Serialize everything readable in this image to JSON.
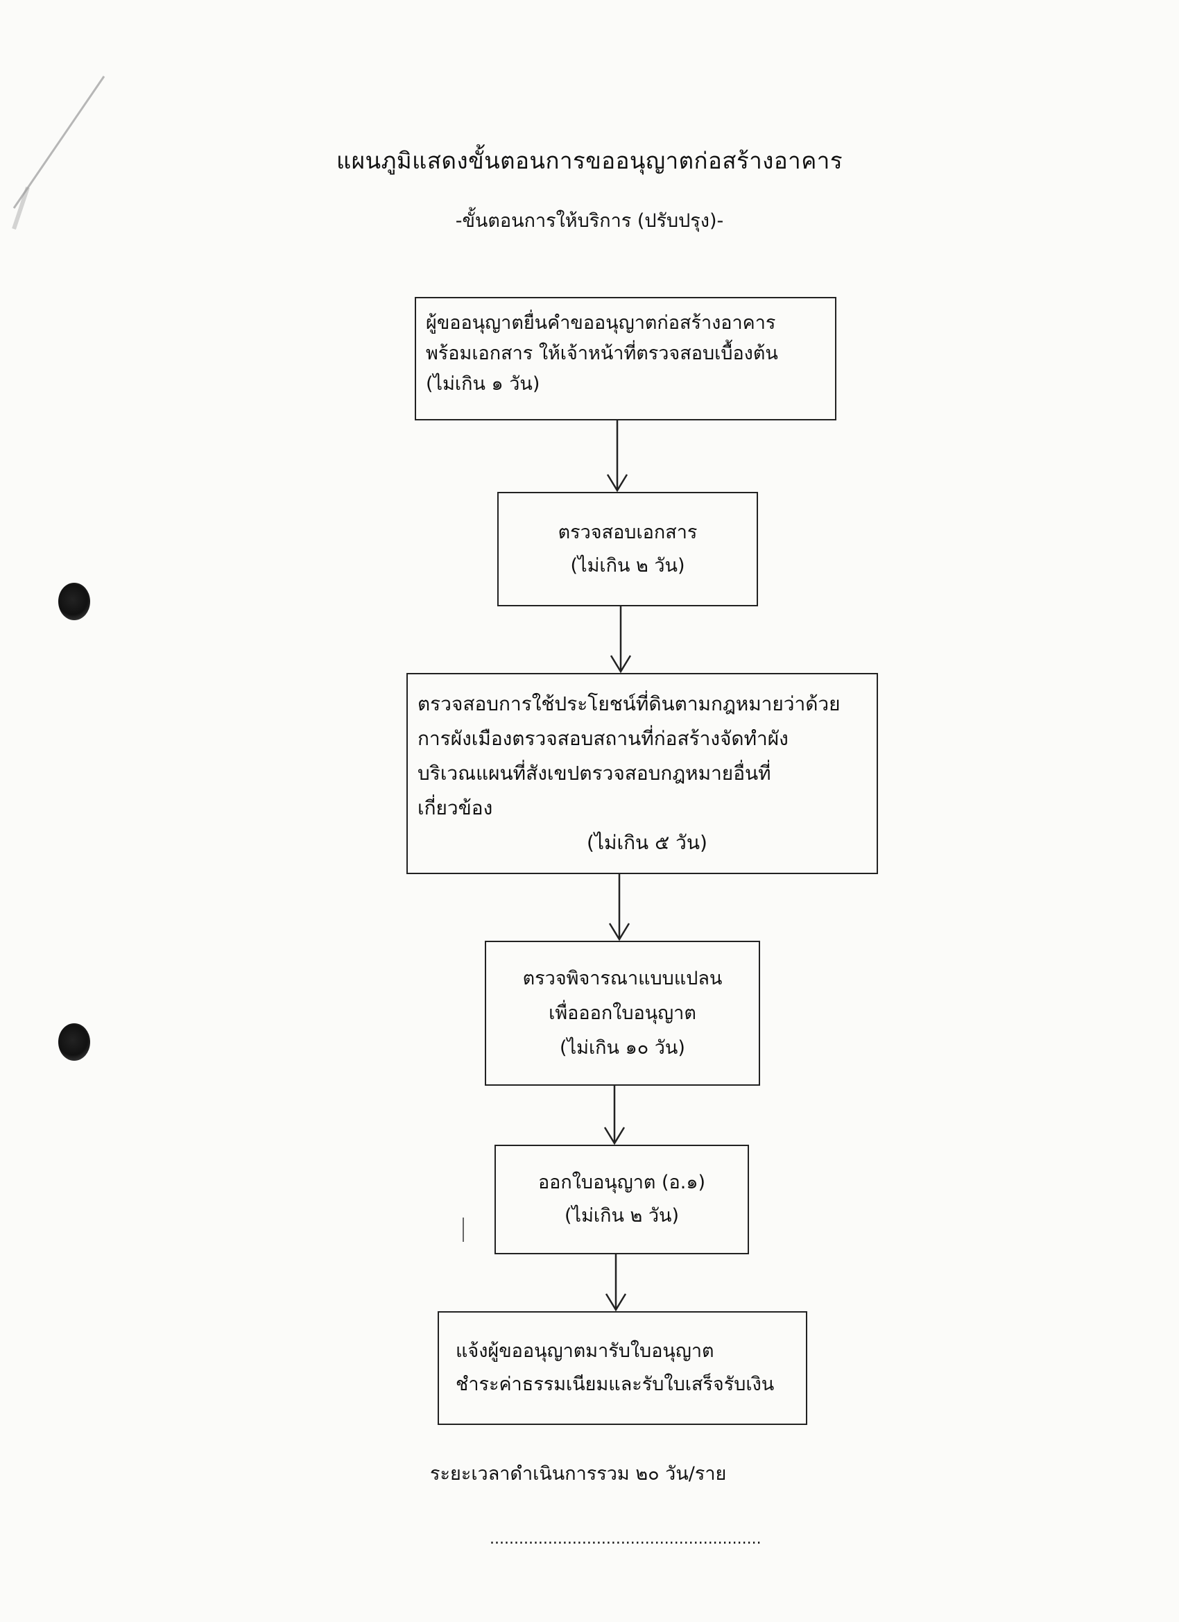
{
  "document": {
    "title": "แผนภูมิแสดงขั้นตอนการขออนุญาตก่อสร้างอาคาร",
    "subtitle": "-ขั้นตอนการให้บริการ (ปรับปรุง)-",
    "steps": [
      {
        "lines": [
          "ผู้ขออนุญาตยื่นคำขออนุญาตก่อสร้างอาคาร",
          "พร้อมเอกสาร ให้เจ้าหน้าที่ตรวจสอบเบื้องต้น",
          "(ไม่เกิน  ๑ วัน)"
        ]
      },
      {
        "lines": [
          "ตรวจสอบเอกสาร",
          "(ไม่เกิน  ๒ วัน)"
        ]
      },
      {
        "lines": [
          "ตรวจสอบการใช้ประโยชน์ที่ดินตามกฎหมายว่าด้วย",
          "การผังเมืองตรวจสอบสถานที่ก่อสร้างจัดทำผัง",
          "บริเวณแผนที่สังเขปตรวจสอบกฎหมายอื่นที่",
          "เกี่ยวข้อง",
          "(ไม่เกิน  ๕ วัน)"
        ]
      },
      {
        "lines": [
          "ตรวจพิจารณาแบบแปลน",
          "เพื่อออกใบอนุญาต",
          "(ไม่เกิน ๑๐ วัน)"
        ]
      },
      {
        "lines": [
          "ออกใบอนุญาต (อ.๑)",
          "(ไม่เกิน ๒ วัน)"
        ]
      },
      {
        "lines": [
          "แจ้งผู้ขออนุญาตมารับใบอนุญาต",
          "ชำระค่าธรรมเนียมและรับใบเสร็จรับเงิน"
        ]
      }
    ],
    "total_time": "ระยะเวลาดำเนินการรวม  ๒๐ วัน/ราย",
    "signature_line": "........................................................"
  },
  "colors": {
    "paper": "#fbfbf9",
    "ink": "#111111"
  }
}
